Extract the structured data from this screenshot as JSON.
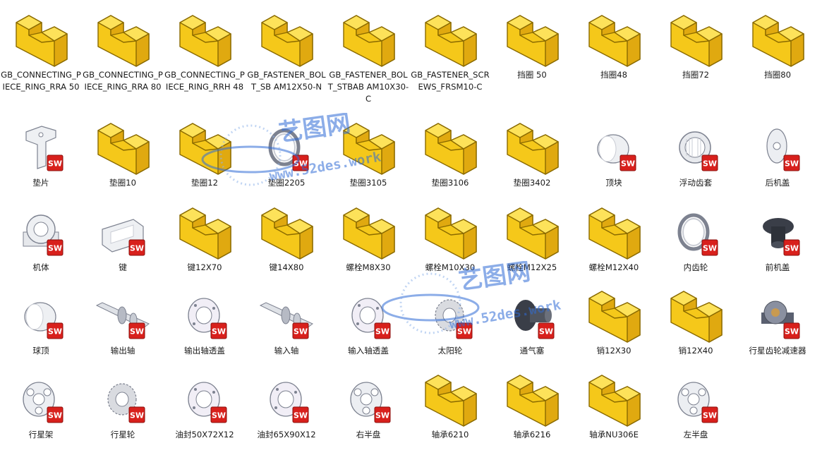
{
  "files": [
    {
      "name": "GB_CONNECTING_PIECE_RING_RRA 50",
      "icon": "part-block-icon"
    },
    {
      "name": "GB_CONNECTING_PIECE_RING_RRA 80",
      "icon": "part-block-icon"
    },
    {
      "name": "GB_CONNECTING_PIECE_RING_RRH 48",
      "icon": "part-block-icon"
    },
    {
      "name": "GB_FASTENER_BOLT_SB AM12X50-N",
      "icon": "part-block-icon"
    },
    {
      "name": "GB_FASTENER_BOLT_STBAB AM10X30-C",
      "icon": "part-block-icon"
    },
    {
      "name": "GB_FASTENER_SCREWS_FRSM10-C",
      "icon": "part-block-icon"
    },
    {
      "name": "挡圈 50",
      "icon": "part-block-icon"
    },
    {
      "name": "挡圈48",
      "icon": "part-block-icon"
    },
    {
      "name": "挡圈72",
      "icon": "part-block-icon"
    },
    {
      "name": "挡圈80",
      "icon": "part-block-icon"
    },
    {
      "name": "垫片",
      "icon": "gasket-thumbnail-icon",
      "sw": true
    },
    {
      "name": "垫圈10",
      "icon": "part-block-icon"
    },
    {
      "name": "垫圈12",
      "icon": "part-block-icon"
    },
    {
      "name": "垫圈2205",
      "icon": "ring-thumbnail-icon",
      "sw": true
    },
    {
      "name": "垫圈3105",
      "icon": "part-block-icon"
    },
    {
      "name": "垫圈3106",
      "icon": "part-block-icon"
    },
    {
      "name": "垫圈3402",
      "icon": "part-block-icon"
    },
    {
      "name": "顶块",
      "icon": "cylinder-thumbnail-icon",
      "sw": true
    },
    {
      "name": "浮动齿套",
      "icon": "sleeve-thumbnail-icon",
      "sw": true
    },
    {
      "name": "后机盖",
      "icon": "cover-thumbnail-icon",
      "sw": true
    },
    {
      "name": "机体",
      "icon": "housing-thumbnail-icon",
      "sw": true
    },
    {
      "name": "键",
      "icon": "key-thumbnail-icon",
      "sw": true
    },
    {
      "name": "键12X70",
      "icon": "part-block-icon"
    },
    {
      "name": "键14X80",
      "icon": "part-block-icon"
    },
    {
      "name": "螺栓M8X30",
      "icon": "part-block-icon"
    },
    {
      "name": "螺栓M10X30",
      "icon": "part-block-icon"
    },
    {
      "name": "螺栓M12X25",
      "icon": "part-block-icon"
    },
    {
      "name": "螺栓M12X40",
      "icon": "part-block-icon"
    },
    {
      "name": "内齿轮",
      "icon": "ring-thumbnail-icon",
      "sw": true
    },
    {
      "name": "前机盖",
      "icon": "dark-cover-thumbnail-icon",
      "sw": true
    },
    {
      "name": "球顶",
      "icon": "cylinder-thumbnail-icon",
      "sw": true
    },
    {
      "name": "输出轴",
      "icon": "shaft-thumbnail-icon",
      "sw": true
    },
    {
      "name": "输出轴透盖",
      "icon": "flange-thumbnail-icon",
      "sw": true
    },
    {
      "name": "输入轴",
      "icon": "shaft-thumbnail-icon",
      "sw": true
    },
    {
      "name": "输入轴透盖",
      "icon": "flange-thumbnail-icon",
      "sw": true
    },
    {
      "name": "太阳轮",
      "icon": "gear-thumbnail-icon",
      "sw": true
    },
    {
      "name": "通气塞",
      "icon": "dark-plug-thumbnail-icon",
      "sw": true
    },
    {
      "name": "销12X30",
      "icon": "part-block-icon"
    },
    {
      "name": "销12X40",
      "icon": "part-block-icon"
    },
    {
      "name": "行星齿轮减速器",
      "icon": "assembly-thumbnail-icon",
      "sw": true
    },
    {
      "name": "行星架",
      "icon": "carrier-thumbnail-icon",
      "sw": true
    },
    {
      "name": "行星轮",
      "icon": "gear-thumbnail-icon",
      "sw": true
    },
    {
      "name": "油封50X72X12",
      "icon": "flange-thumbnail-icon",
      "sw": true
    },
    {
      "name": "油封65X90X12",
      "icon": "flange-thumbnail-icon",
      "sw": true
    },
    {
      "name": "右半盘",
      "icon": "carrier-thumbnail-icon",
      "sw": true
    },
    {
      "name": "轴承6210",
      "icon": "part-block-icon"
    },
    {
      "name": "轴承6216",
      "icon": "part-block-icon"
    },
    {
      "name": "轴承NU306E",
      "icon": "part-block-icon"
    },
    {
      "name": "左半盘",
      "icon": "carrier-thumbnail-icon",
      "sw": true
    }
  ],
  "badge_label": "SW",
  "watermark": {
    "title": "艺图网",
    "url": "www.52des.work"
  },
  "colors": {
    "block_top": "#fde25a",
    "block_front": "#f5c81a",
    "block_side": "#e0a910",
    "block_edge": "#8a6a00",
    "badge": "#d8201c",
    "watermark": "#2f6bd6"
  }
}
